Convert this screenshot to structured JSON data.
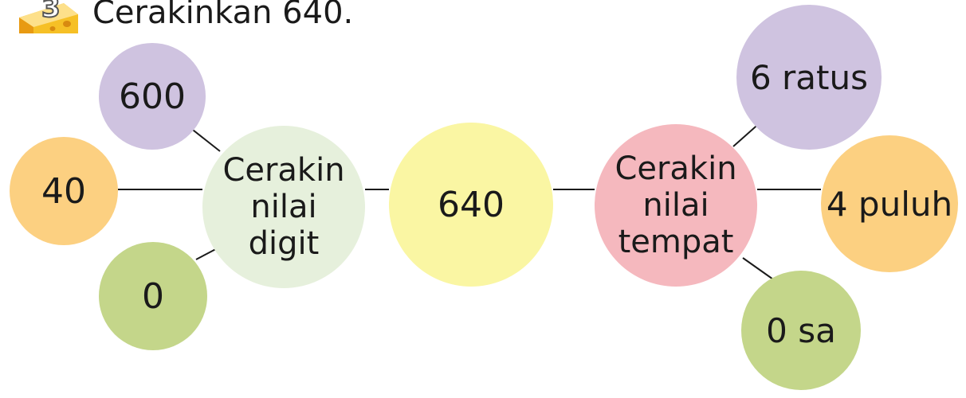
{
  "header": {
    "number": "3",
    "title": "Cerakinkan 640."
  },
  "diagram": {
    "center": "640",
    "digit_branch": {
      "label_lines": [
        "Cerakin",
        "nilai",
        "digit"
      ],
      "items": [
        "600",
        "40",
        "0"
      ]
    },
    "place_branch": {
      "label_lines": [
        "Cerakin",
        "nilai",
        "tempat"
      ],
      "items": [
        "6 ratus",
        "4 puluh",
        "0 sa"
      ]
    }
  },
  "colors": {
    "purple": "#cfc3e0",
    "orange": "#fcd081",
    "green": "#c4d68a",
    "light_green": "#e6f0dc",
    "yellow": "#faf6a3",
    "pink": "#f5b8be",
    "badge_cheese": "#f4b400"
  },
  "icons": {
    "badge": "cheese-icon"
  }
}
